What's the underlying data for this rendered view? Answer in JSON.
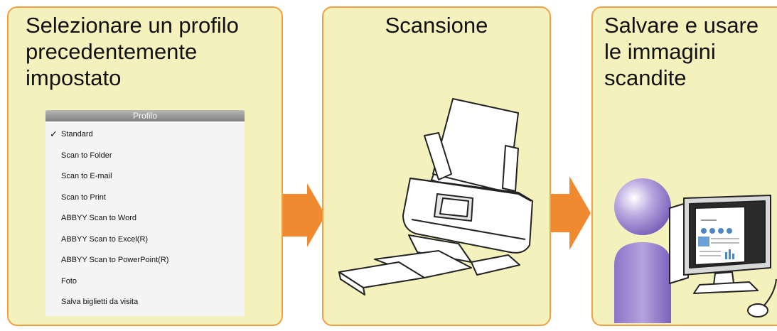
{
  "panels": {
    "select": {
      "title": "Selezionare un profilo\nprecedentemente\nimpostato"
    },
    "scan": {
      "title": "Scansione"
    },
    "save": {
      "title": "Salvare e usare\nle immagini\nscandite"
    }
  },
  "menu": {
    "header": "Profilo",
    "check": "✓",
    "items": [
      "Standard",
      "Scan to Folder",
      "Scan to E-mail",
      "Scan to Print",
      "ABBYY Scan to Word",
      "ABBYY Scan to Excel(R)",
      "ABBYY Scan to PowerPoint(R)",
      "Foto",
      "Salva biglietti da visita"
    ],
    "selected_index": 0
  },
  "colors": {
    "panel_fill": "#f5f1bd",
    "panel_border": "#f0a040",
    "arrow": "#f08a30"
  },
  "icons": {
    "scanner": "scanner-icon",
    "person": "person-icon",
    "computer": "computer-icon",
    "arrow": "right-arrow-icon"
  }
}
